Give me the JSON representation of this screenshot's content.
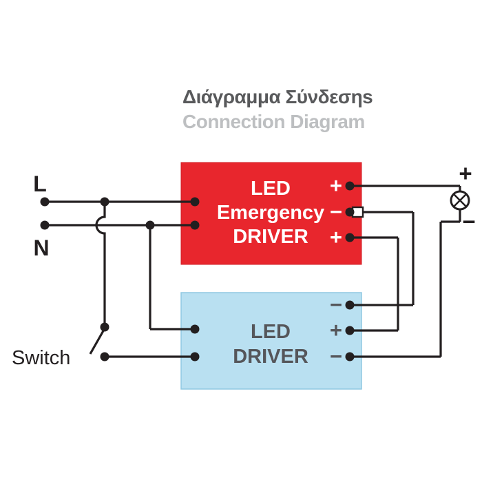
{
  "title": {
    "greek": "Διάγραμμα Σύνδεσηs",
    "english": "Connection Diagram"
  },
  "labels": {
    "line": "L",
    "neutral": "N",
    "switch": "Switch"
  },
  "emergency_driver": {
    "lines": [
      "LED",
      "Emergency",
      "DRIVER"
    ],
    "terminals": [
      "+",
      "−",
      "+"
    ]
  },
  "led_driver": {
    "lines": [
      "LED",
      "DRIVER"
    ],
    "terminals": [
      "−",
      "+",
      "−"
    ]
  },
  "lamp": {
    "positive": "+",
    "negative": "−"
  },
  "colors": {
    "emergency-box": "#e8262d",
    "emergency-box-border": "#d01f26",
    "driver-box": "#b9e0f1",
    "driver-box-border": "#8fc8e2",
    "wire": "#231f20",
    "title-primary": "#58595b",
    "title-secondary": "#bdbfc1",
    "box-text-light": "#ffffff",
    "box-text-dark": "#55565a"
  }
}
